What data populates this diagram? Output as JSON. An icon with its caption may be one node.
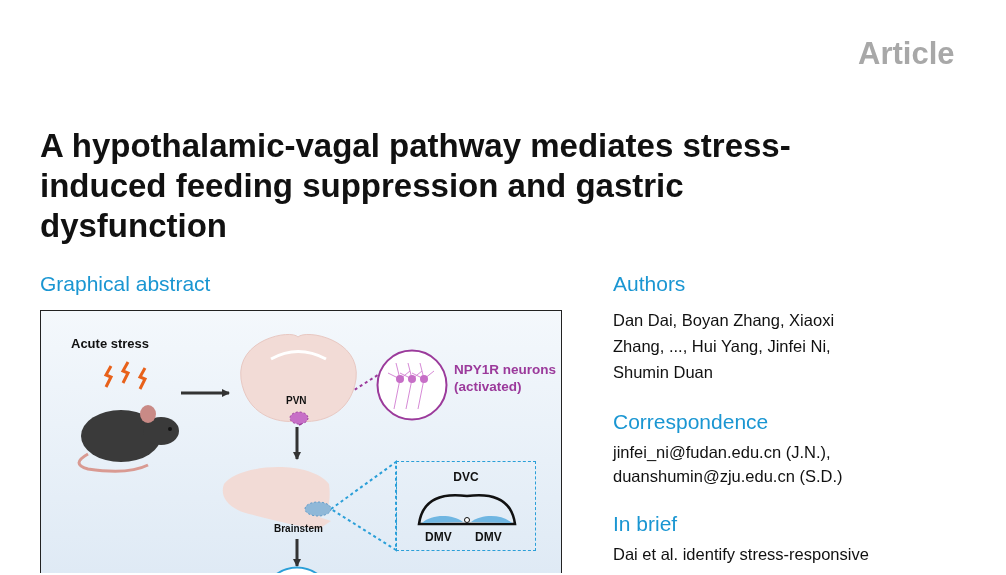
{
  "diagram": {
    "title": "A hypothalamic-vagal pathway mediates stress-induced feeding suppression and gastric dysfunction",
    "nodes": [
      {
        "text": [
          "Acute stress"
        ]
      },
      {
        "text": [
          "PVN"
        ]
      },
      {
        "text": [],
        "shape": "circle",
        "beside": [
          "NPY1R neurons (activated)"
        ]
      },
      {
        "text": [
          "Brainstem"
        ]
      },
      {
        "text": [
          "DVC",
          "DMV",
          "DMV"
        ]
      },
      {
        "text": [],
        "shape": "circle"
      }
    ],
    "edges": [
      {
        "from": 0,
        "to": 1,
        "arrow": "to"
      },
      {
        "from": 1,
        "to": 2,
        "arrow": "none",
        "style": "dashed",
        "color": "#9b3a9b"
      },
      {
        "from": 1,
        "to": 3,
        "arrow": "to"
      },
      {
        "from": 3,
        "to": 4,
        "arrow": "none",
        "style": "dashed",
        "color": "#2a9fd8"
      },
      {
        "from": 3,
        "to": 5,
        "arrow": "to"
      }
    ],
    "labels": [
      "Article",
      "Graphical abstract",
      "Authors",
      "Dan Dai, Boyan Zhang, Xiaoxi Zhang, ..., Hui Yang, Jinfei Ni, Shumin Duan",
      "Correspondence",
      "jinfei_ni@fudan.edu.cn (J.N.), duanshumin@zju.edu.cn (S.D.)",
      "In brief",
      "Dai et al. identify stress-responsive"
    ]
  }
}
